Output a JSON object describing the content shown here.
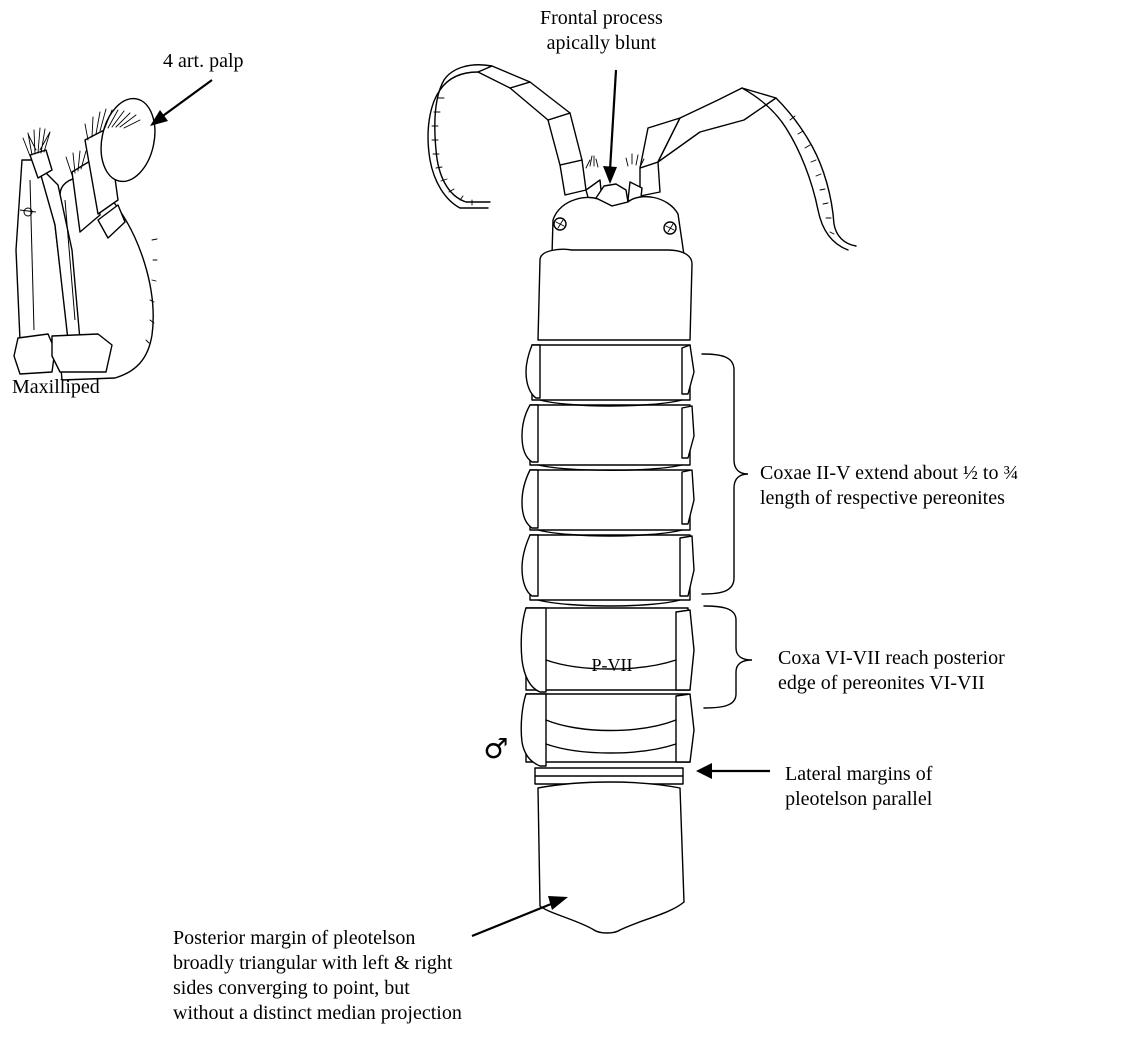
{
  "labels": {
    "frontal_process": [
      "Frontal process",
      "apically blunt"
    ],
    "palp": "4 art. palp",
    "maxilliped": "Maxilliped",
    "coxae_II_V": [
      "Coxae II-V extend about ½  to ¾",
      "length of respective pereonites"
    ],
    "coxa_VI_VII": [
      "Coxa VI-VII reach posterior",
      "edge of pereonites VI-VII"
    ],
    "pereonite_label": "P-VII",
    "sex_symbol": "♂",
    "lateral_margins": [
      "Lateral margins of",
      "pleotelson parallel"
    ],
    "posterior_margin": [
      "Posterior margin of pleotelson",
      "broadly triangular with left & right",
      "sides converging to point, but",
      "without a distinct median projection"
    ]
  }
}
